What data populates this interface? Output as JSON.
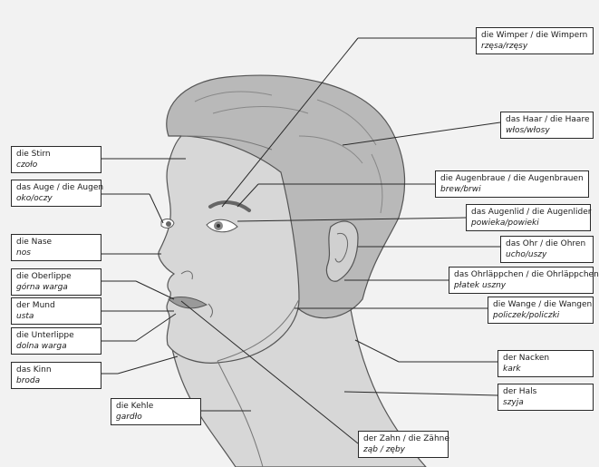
{
  "labels": [
    {
      "id": "wimper",
      "de": "die Wimper / die Wimpern",
      "pl": "rzęsa/rzęsy"
    },
    {
      "id": "haar",
      "de": "das Haar / die Haare",
      "pl": "włos/włosy"
    },
    {
      "id": "stirn",
      "de": "die Stirn",
      "pl": "czoło"
    },
    {
      "id": "augenbraue",
      "de": "die Augenbraue / die Augenbrauen",
      "pl": "brew/brwi"
    },
    {
      "id": "auge",
      "de": "das Auge / die Augen",
      "pl": "oko/oczy"
    },
    {
      "id": "augenlid",
      "de": "das Augenlid / die Augenlider",
      "pl": "powieka/powieki"
    },
    {
      "id": "nase",
      "de": "die Nase",
      "pl": "nos"
    },
    {
      "id": "ohr",
      "de": "das Ohr / die Ohren",
      "pl": "ucho/uszy"
    },
    {
      "id": "ohrlaeppchen",
      "de": "das Ohrläppchen / die Ohrläppchen",
      "pl": "płatek uszny"
    },
    {
      "id": "oberlippe",
      "de": "die Oberlippe",
      "pl": "górna warga"
    },
    {
      "id": "wange",
      "de": "die Wange / die Wangen",
      "pl": "policzek/policzki"
    },
    {
      "id": "mund",
      "de": "der Mund",
      "pl": "usta"
    },
    {
      "id": "unterlippe",
      "de": "die Unterlippe",
      "pl": "dolna warga"
    },
    {
      "id": "nacken",
      "de": "der Nacken",
      "pl": "kark"
    },
    {
      "id": "kinn",
      "de": "das Kinn",
      "pl": "broda"
    },
    {
      "id": "hals",
      "de": "der Hals",
      "pl": "szyja"
    },
    {
      "id": "kehle",
      "de": "die Kehle",
      "pl": "gardło"
    },
    {
      "id": "zahn",
      "de": "der Zahn / die Zähne",
      "pl": "ząb / zęby"
    }
  ],
  "colors": {
    "background": "#f2f2f2",
    "skin": "#d7d7d7",
    "hair": "#b9b9b9",
    "line": "#2a2a2a"
  }
}
